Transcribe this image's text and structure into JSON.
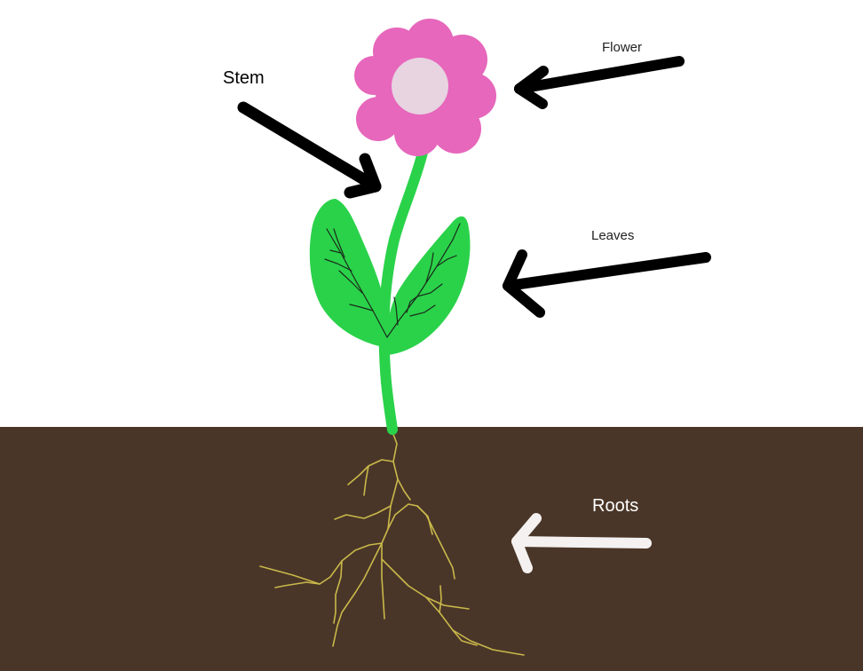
{
  "labels": {
    "stem": "Stem",
    "flower": "Flower",
    "leaves": "Leaves",
    "roots": "Roots"
  },
  "colors": {
    "background": "#ffffff",
    "soil": "#4a3628",
    "petal": "#e667bc",
    "flower_center": "#e8d3e1",
    "stem_and_leaves": "#2ad24a",
    "leaf_veins": "#1a2a1a",
    "roots": "#c9b84a",
    "dark_arrow": "#000000",
    "light_arrow": "#f4f1f0"
  }
}
